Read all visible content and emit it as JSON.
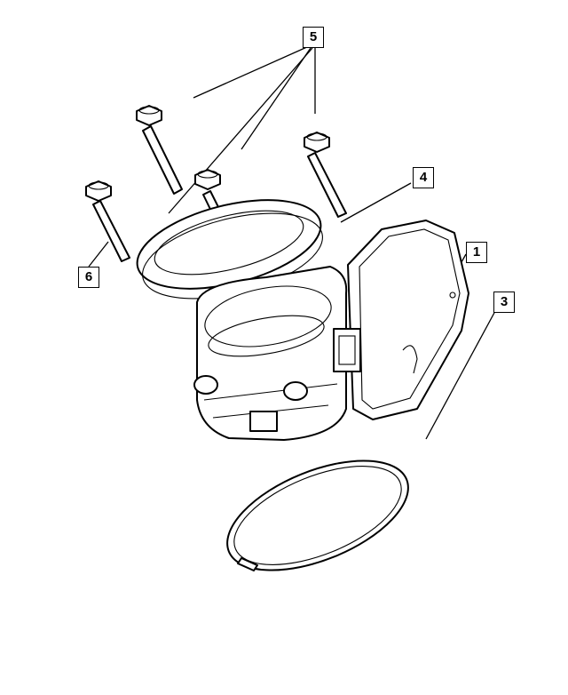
{
  "callouts": {
    "c1": "1",
    "c3": "3",
    "c4": "4",
    "c5": "5",
    "c6": "6"
  }
}
